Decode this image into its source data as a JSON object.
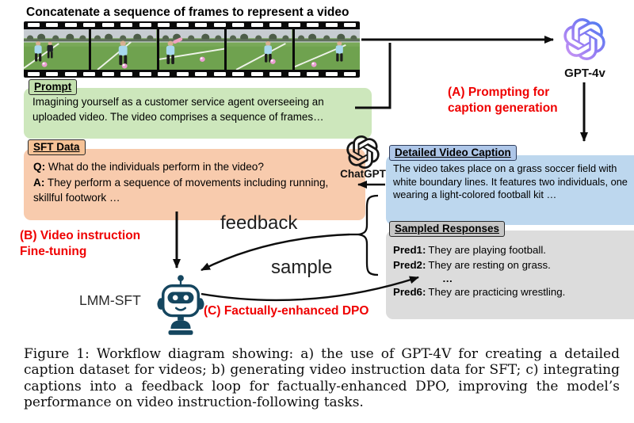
{
  "diagram": {
    "title": "Concatenate a sequence of frames to represent a video",
    "prompt": {
      "label": "Prompt",
      "text": "Imagining yourself as a customer service agent overseeing an uploaded video. The video comprises a sequence of frames…"
    },
    "sft": {
      "label": "SFT Data",
      "q_prefix": "Q:",
      "q_text": " What do the individuals perform in the video?",
      "a_prefix": "A:",
      "a_text": " They perform a sequence of movements including running, skillful footwork …"
    },
    "gpt4v_label": "GPT-4v",
    "chatgpt_label": "ChatGPT",
    "steps": {
      "a": {
        "line1": "(A) Prompting for",
        "line2": "caption generation"
      },
      "b": {
        "line1": "(B) Video instruction",
        "line2": "Fine-tuning"
      },
      "c": "(C) Factually-enhanced DPO"
    },
    "caption_box": {
      "label": "Detailed Video Caption",
      "text": "The video takes place on a grass soccer field with white boundary lines. It features two individuals, one wearing a light-colored football kit …"
    },
    "sampled": {
      "label": "Sampled Responses",
      "preds": [
        {
          "prefix": "Pred1:",
          "text": "They are playing football."
        },
        {
          "prefix": "Pred2:",
          "text": "They are resting on grass."
        },
        {
          "prefix": "",
          "text": "…"
        },
        {
          "prefix": "Pred6:",
          "text": "They are practicing wrestling."
        }
      ]
    },
    "loop": {
      "feedback_label": "feedback",
      "sample_label": "sample"
    },
    "lmm_label": "LMM-SFT"
  },
  "figure_caption": "Figure 1: Workflow diagram showing: a) the use of GPT-4V for creating a detailed caption dataset for videos; b) generating video instruction data for SFT; c) integrating captions into a feedback loop for factually-enhanced DPO, improving the model’s performance on video instruction-following tasks.",
  "colors": {
    "step_label_red": "#ef0000",
    "prompt_box_green": "#cde7bc",
    "sft_box_orange": "#f8cbad",
    "caption_box_blue": "#bdd7ee",
    "sampled_box_gray": "#dcdcdc",
    "robot_teal": "#15465f",
    "gpt4v_gradient": [
      "#3f7ef0",
      "#8f7bf3",
      "#d59af3"
    ],
    "chatgpt_black": "#161616"
  }
}
